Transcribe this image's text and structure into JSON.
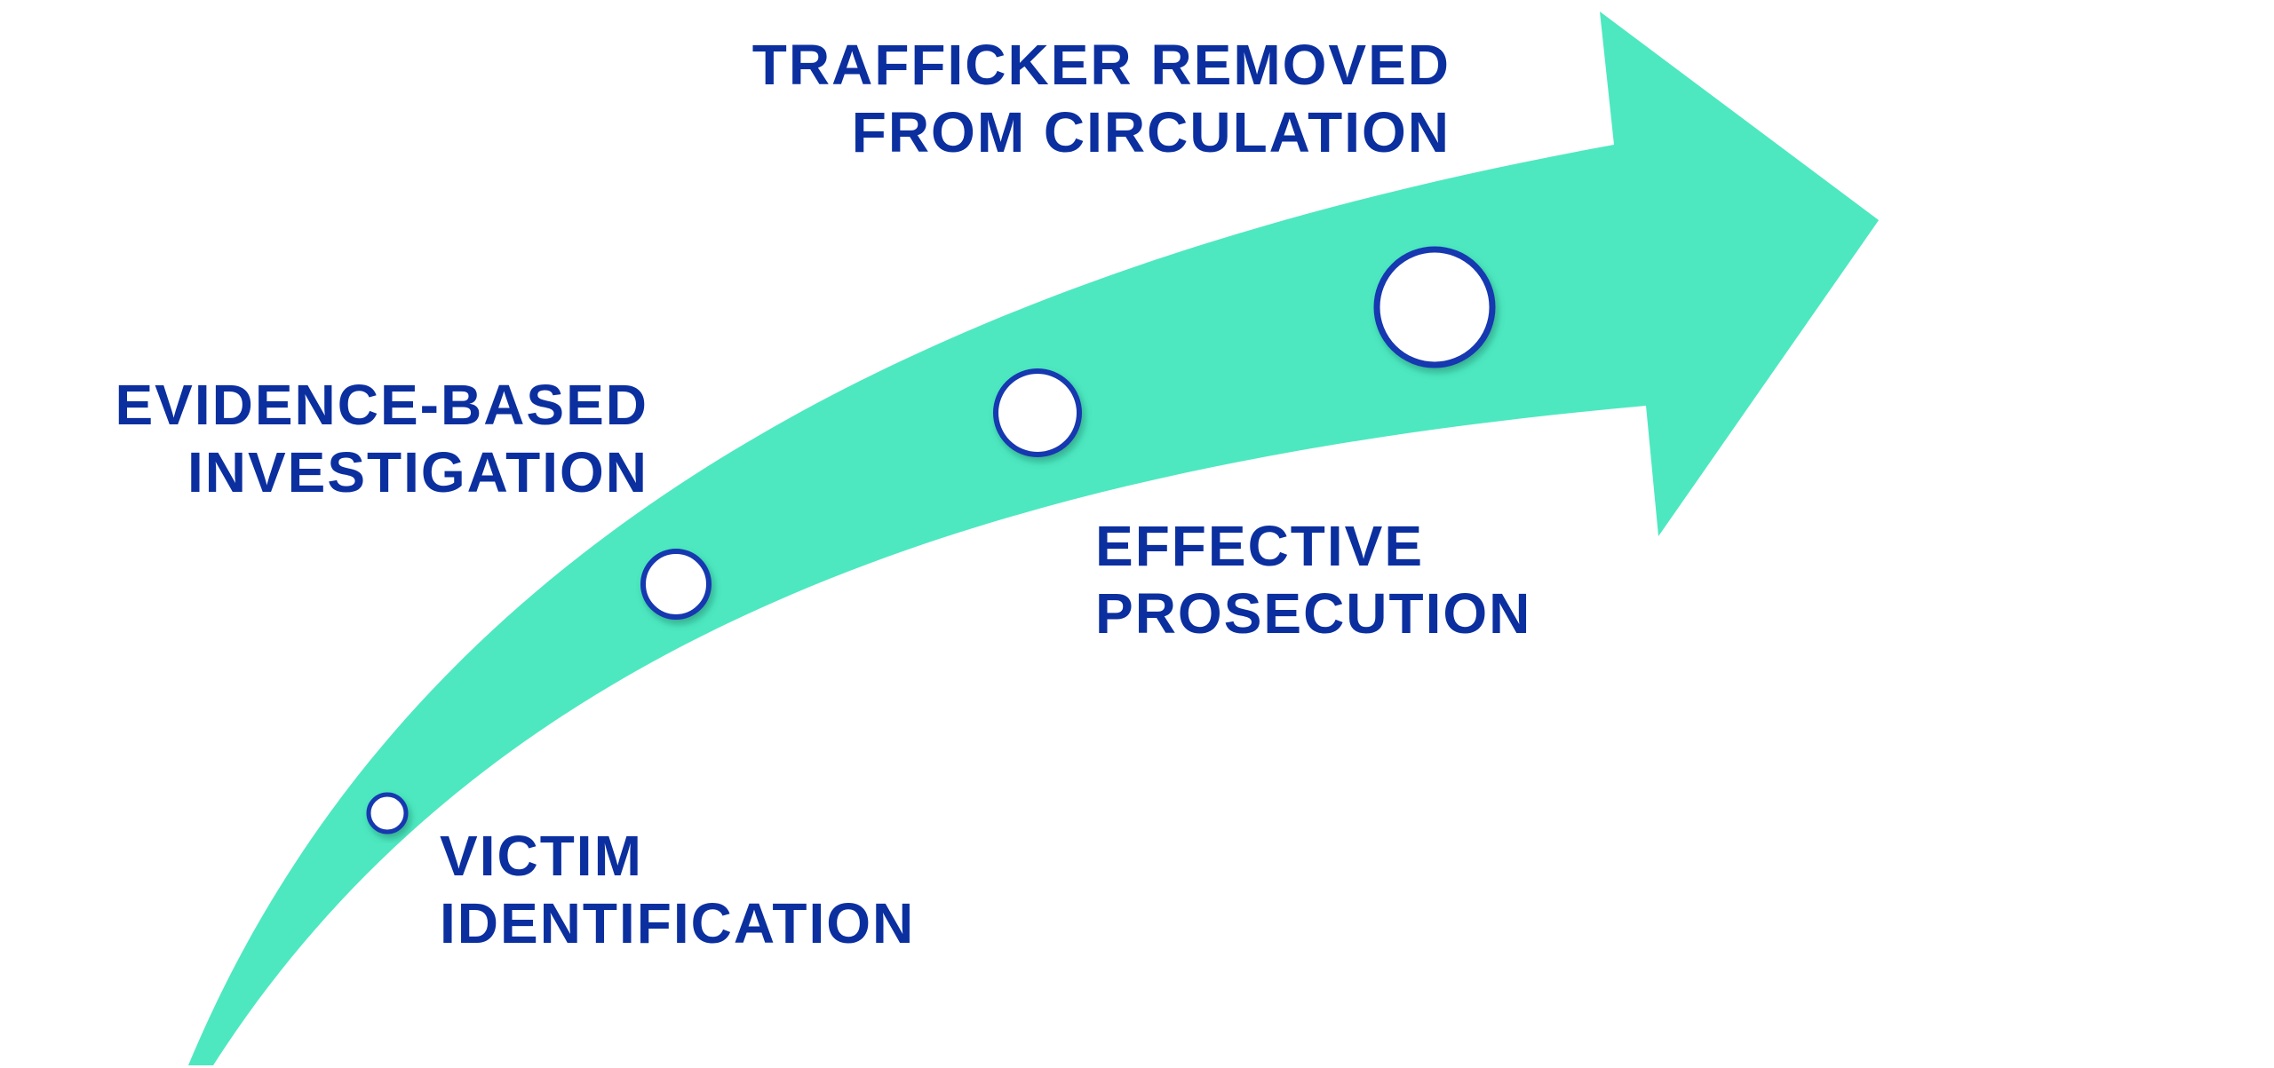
{
  "colors": {
    "arrow": "#4de8c0",
    "text": "#0b2f9f",
    "ring": "#1538b0"
  },
  "stages": [
    {
      "line1": "VICTIM",
      "line2": "IDENTIFICATION"
    },
    {
      "line1": "EVIDENCE-BASED",
      "line2": "INVESTIGATION"
    },
    {
      "line1": "EFFECTIVE",
      "line2": "PROSECUTION"
    },
    {
      "line1": "TRAFFICKER REMOVED",
      "line2": "FROM CIRCULATION"
    }
  ]
}
